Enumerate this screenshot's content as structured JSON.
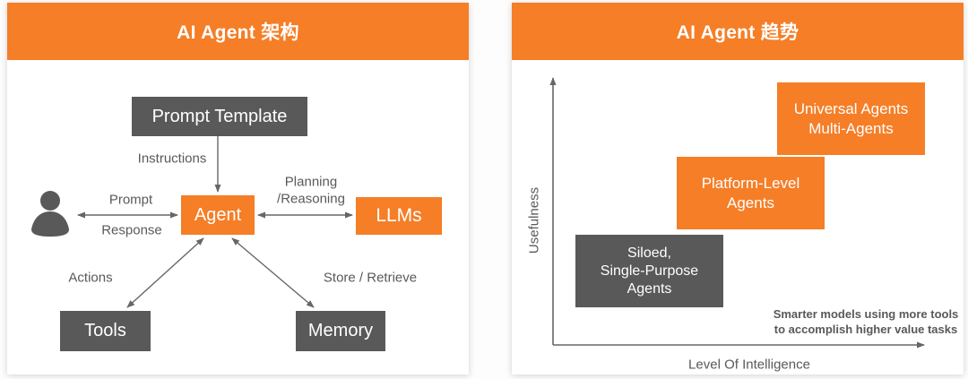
{
  "colors": {
    "accent_orange": "#F57E27",
    "box_gray": "#595959",
    "arrow_gray": "#666666",
    "text_white": "#ffffff"
  },
  "left_panel": {
    "title": "AI Agent 架构",
    "nodes": {
      "prompt_template": "Prompt Template",
      "agent": "Agent",
      "llms": "LLMs",
      "tools": "Tools",
      "memory": "Memory"
    },
    "edge_labels": {
      "instructions": "Instructions",
      "prompt": "Prompt",
      "response": "Response",
      "planning_reasoning": "Planning\n/Reasoning",
      "actions": "Actions",
      "store_retrieve": "Store / Retrieve"
    },
    "icons": {
      "user": "user-silhouette-icon"
    }
  },
  "right_panel": {
    "title": "AI Agent 趋势",
    "y_axis_label": "Usefulness",
    "x_axis_label": "Level Of Intelligence",
    "stages": [
      {
        "label": "Siloed,\nSingle-Purpose\nAgents",
        "color": "gray"
      },
      {
        "label": "Platform-Level\nAgents",
        "color": "orange"
      },
      {
        "label": "Universal Agents\nMulti-Agents",
        "color": "orange"
      }
    ],
    "note": "Smarter models using more tools\nto accomplish higher value tasks"
  }
}
